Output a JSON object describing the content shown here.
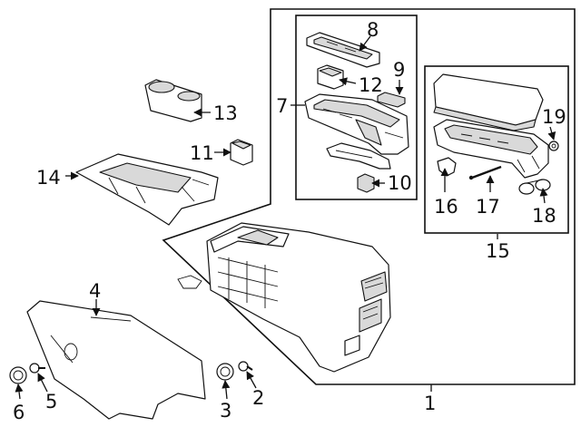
{
  "callouts": {
    "c1": "1",
    "c2": "2",
    "c3": "3",
    "c4": "4",
    "c5": "5",
    "c6": "6",
    "c7": "7",
    "c8": "8",
    "c9": "9",
    "c10": "10",
    "c11": "11",
    "c12": "12",
    "c13": "13",
    "c14": "14",
    "c15": "15",
    "c16": "16",
    "c17": "17",
    "c18": "18",
    "c19": "19"
  },
  "colors": {
    "line": "#111111",
    "part_fill": "#ffffff",
    "shade": "#d9d9d9"
  }
}
